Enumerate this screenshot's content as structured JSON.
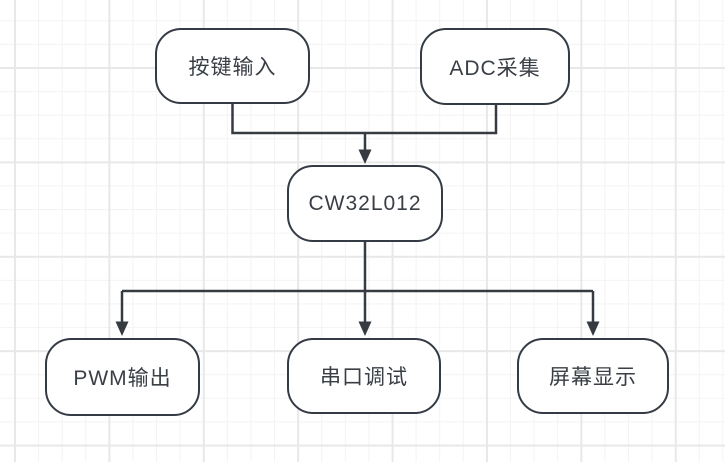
{
  "diagram": {
    "type": "flowchart",
    "nodes": [
      {
        "id": "key-input",
        "label": "按键输入"
      },
      {
        "id": "adc",
        "label": "ADC采集"
      },
      {
        "id": "mcu",
        "label": "CW32L012"
      },
      {
        "id": "pwm",
        "label": "PWM输出"
      },
      {
        "id": "uart",
        "label": "串口调试"
      },
      {
        "id": "screen",
        "label": "屏幕显示"
      }
    ],
    "edges": [
      {
        "from": "key-input",
        "to": "mcu"
      },
      {
        "from": "adc",
        "to": "mcu"
      },
      {
        "from": "mcu",
        "to": "pwm"
      },
      {
        "from": "mcu",
        "to": "uart"
      },
      {
        "from": "mcu",
        "to": "screen"
      }
    ],
    "colors": {
      "background": "#ffffff",
      "grid_minor": "#f3f3f3",
      "grid_major": "#e8e8e8",
      "node_fill": "#ffffff",
      "node_border": "#353b44",
      "connector": "#363b41",
      "text": "#3a3f46"
    }
  }
}
